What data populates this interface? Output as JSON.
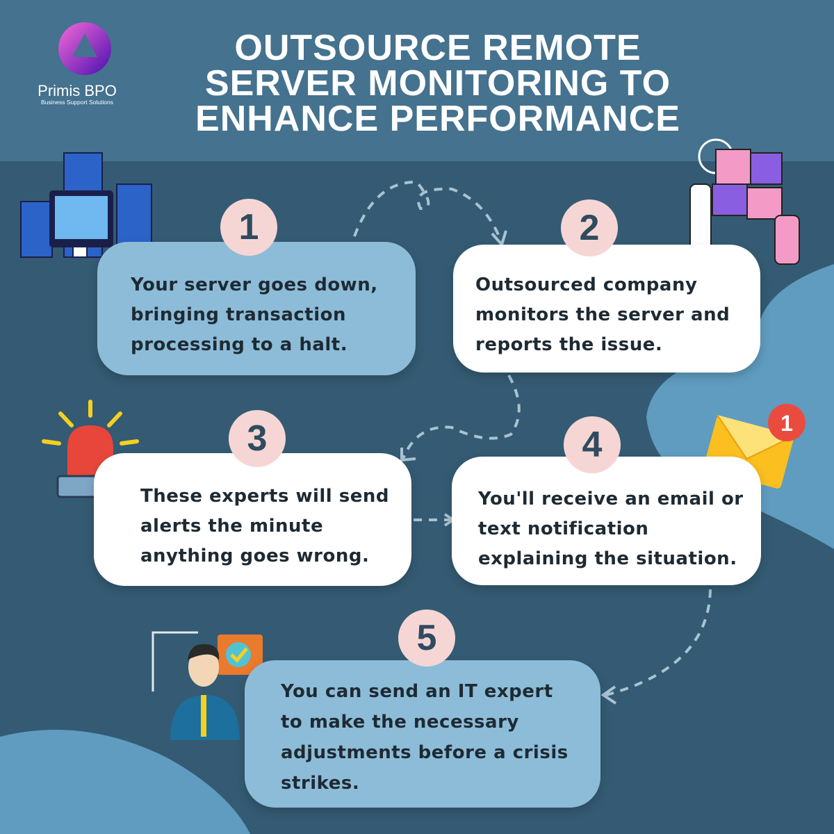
{
  "header": {
    "title": "OUTSOURCE REMOTE SERVER MONITORING TO ENHANCE PERFORMANCE",
    "logo_name": "Primis BPO",
    "logo_tagline": "Business Support Solutions"
  },
  "steps": [
    {
      "number": "1",
      "text": "Your server goes down, bringing transaction processing to a halt."
    },
    {
      "number": "2",
      "text": "Outsourced company monitors the server and reports the issue."
    },
    {
      "number": "3",
      "text": "These experts will send alerts the minute anything goes wrong."
    },
    {
      "number": "4",
      "text": "You'll receive an email or text notification explaining the situation."
    },
    {
      "number": "5",
      "text": "You can send an IT expert to make the necessary adjustments before a crisis strikes."
    }
  ],
  "notification_badge": "1",
  "colors": {
    "header": "#44728f",
    "background": "#345b73",
    "blob": "#5f9cc0",
    "box_blue": "#8dbcd8",
    "number_circle": "#f6d6d4"
  }
}
